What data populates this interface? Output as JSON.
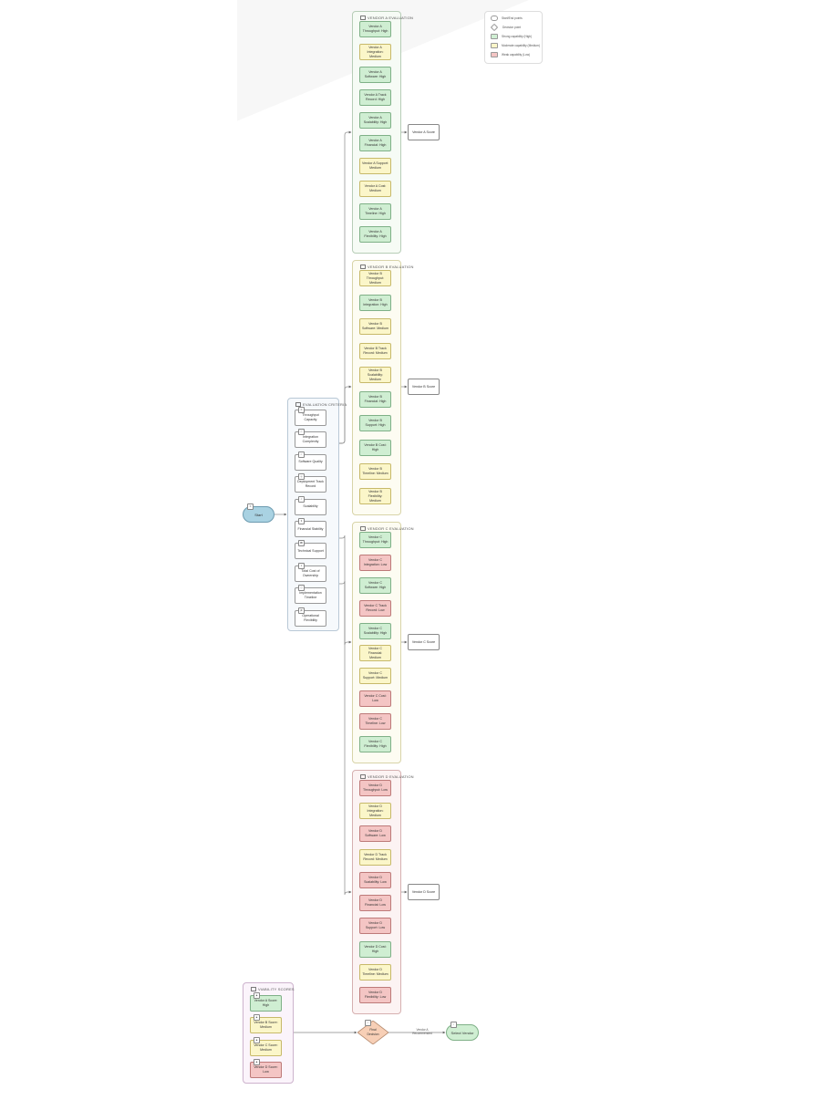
{
  "legend": {
    "items": [
      {
        "label": "Start/End points",
        "kind": "pill"
      },
      {
        "label": "Decision point",
        "kind": "diamond"
      },
      {
        "label": "Strong capability (High)",
        "kind": "high"
      },
      {
        "label": "Moderate capability (Medium)",
        "kind": "med"
      },
      {
        "label": "Weak capability (Low)",
        "kind": "low"
      }
    ]
  },
  "start": {
    "label": "Start",
    "badge": "S"
  },
  "criteria": {
    "title": "EVALUATION CRITERIA",
    "items": [
      "Throughput Capacity",
      "Integration Complexity",
      "Software Quality",
      "Deployment Track Record",
      "Scalability",
      "Financial Stability",
      "Technical Support",
      "Total Cost of Ownership",
      "Implementation Timeline",
      "Operational Flexibility"
    ]
  },
  "vendors": [
    {
      "title": "VENDOR A EVALUATION",
      "score": "Vendor A Score",
      "items": [
        {
          "label": "Vendor A Throughput: High",
          "level": "high"
        },
        {
          "label": "Vendor A Integration: Medium",
          "level": "med"
        },
        {
          "label": "Vendor A Software: High",
          "level": "high"
        },
        {
          "label": "Vendor A Track Record: High",
          "level": "high"
        },
        {
          "label": "Vendor A Scalability: High",
          "level": "high"
        },
        {
          "label": "Vendor A Financial: High",
          "level": "high"
        },
        {
          "label": "Vendor A Support: Medium",
          "level": "med"
        },
        {
          "label": "Vendor A Cost: Medium",
          "level": "med"
        },
        {
          "label": "Vendor A Timeline: High",
          "level": "high"
        },
        {
          "label": "Vendor A Flexibility: High",
          "level": "high"
        }
      ]
    },
    {
      "title": "VENDOR B EVALUATION",
      "score": "Vendor B Score",
      "items": [
        {
          "label": "Vendor B Throughput: Medium",
          "level": "med"
        },
        {
          "label": "Vendor B Integration: High",
          "level": "high"
        },
        {
          "label": "Vendor B Software: Medium",
          "level": "med"
        },
        {
          "label": "Vendor B Track Record: Medium",
          "level": "med"
        },
        {
          "label": "Vendor B Scalability: Medium",
          "level": "med"
        },
        {
          "label": "Vendor B Financial: High",
          "level": "high"
        },
        {
          "label": "Vendor B Support: High",
          "level": "high"
        },
        {
          "label": "Vendor B Cost: High",
          "level": "high"
        },
        {
          "label": "Vendor B Timeline: Medium",
          "level": "med"
        },
        {
          "label": "Vendor B Flexibility: Medium",
          "level": "med"
        }
      ]
    },
    {
      "title": "VENDOR C EVALUATION",
      "score": "Vendor C Score",
      "items": [
        {
          "label": "Vendor C Throughput: High",
          "level": "high"
        },
        {
          "label": "Vendor C Integration: Low",
          "level": "low"
        },
        {
          "label": "Vendor C Software: High",
          "level": "high"
        },
        {
          "label": "Vendor C Track Record: Low",
          "level": "low"
        },
        {
          "label": "Vendor C Scalability: High",
          "level": "high"
        },
        {
          "label": "Vendor C Financial: Medium",
          "level": "med"
        },
        {
          "label": "Vendor C Support: Medium",
          "level": "med"
        },
        {
          "label": "Vendor C Cost: Low",
          "level": "low"
        },
        {
          "label": "Vendor C Timeline: Low",
          "level": "low"
        },
        {
          "label": "Vendor C Flexibility: High",
          "level": "high"
        }
      ]
    },
    {
      "title": "VENDOR D EVALUATION",
      "score": "Vendor D Score",
      "items": [
        {
          "label": "Vendor D Throughput: Low",
          "level": "low"
        },
        {
          "label": "Vendor D Integration: Medium",
          "level": "med"
        },
        {
          "label": "Vendor D Software: Low",
          "level": "low"
        },
        {
          "label": "Vendor D Track Record: Medium",
          "level": "med"
        },
        {
          "label": "Vendor D Scalability: Low",
          "level": "low"
        },
        {
          "label": "Vendor D Financial: Low",
          "level": "low"
        },
        {
          "label": "Vendor D Support: Low",
          "level": "low"
        },
        {
          "label": "Vendor D Cost: High",
          "level": "high"
        },
        {
          "label": "Vendor D Timeline: Medium",
          "level": "med"
        },
        {
          "label": "Vendor D Flexibility: Low",
          "level": "low"
        }
      ]
    }
  ],
  "viability": {
    "title": "VIABILITY SCORES",
    "items": [
      {
        "label": "Vendor A Score: High",
        "level": "high"
      },
      {
        "label": "Vendor B Score: Medium",
        "level": "med"
      },
      {
        "label": "Vendor C Score: Medium",
        "level": "med"
      },
      {
        "label": "Vendor D Score: Low",
        "level": "low"
      }
    ]
  },
  "decision": {
    "label": "Final Decision",
    "edge_label": "Vendor A Recommended"
  },
  "end": {
    "label": "Select Vendor"
  },
  "colors": {
    "high": "#cfeed2",
    "medium": "#fbf6c9",
    "low": "#f4c5c4",
    "start": "#a9d2e2",
    "decision": "#f7cfb6",
    "end": "#cfeed2"
  }
}
